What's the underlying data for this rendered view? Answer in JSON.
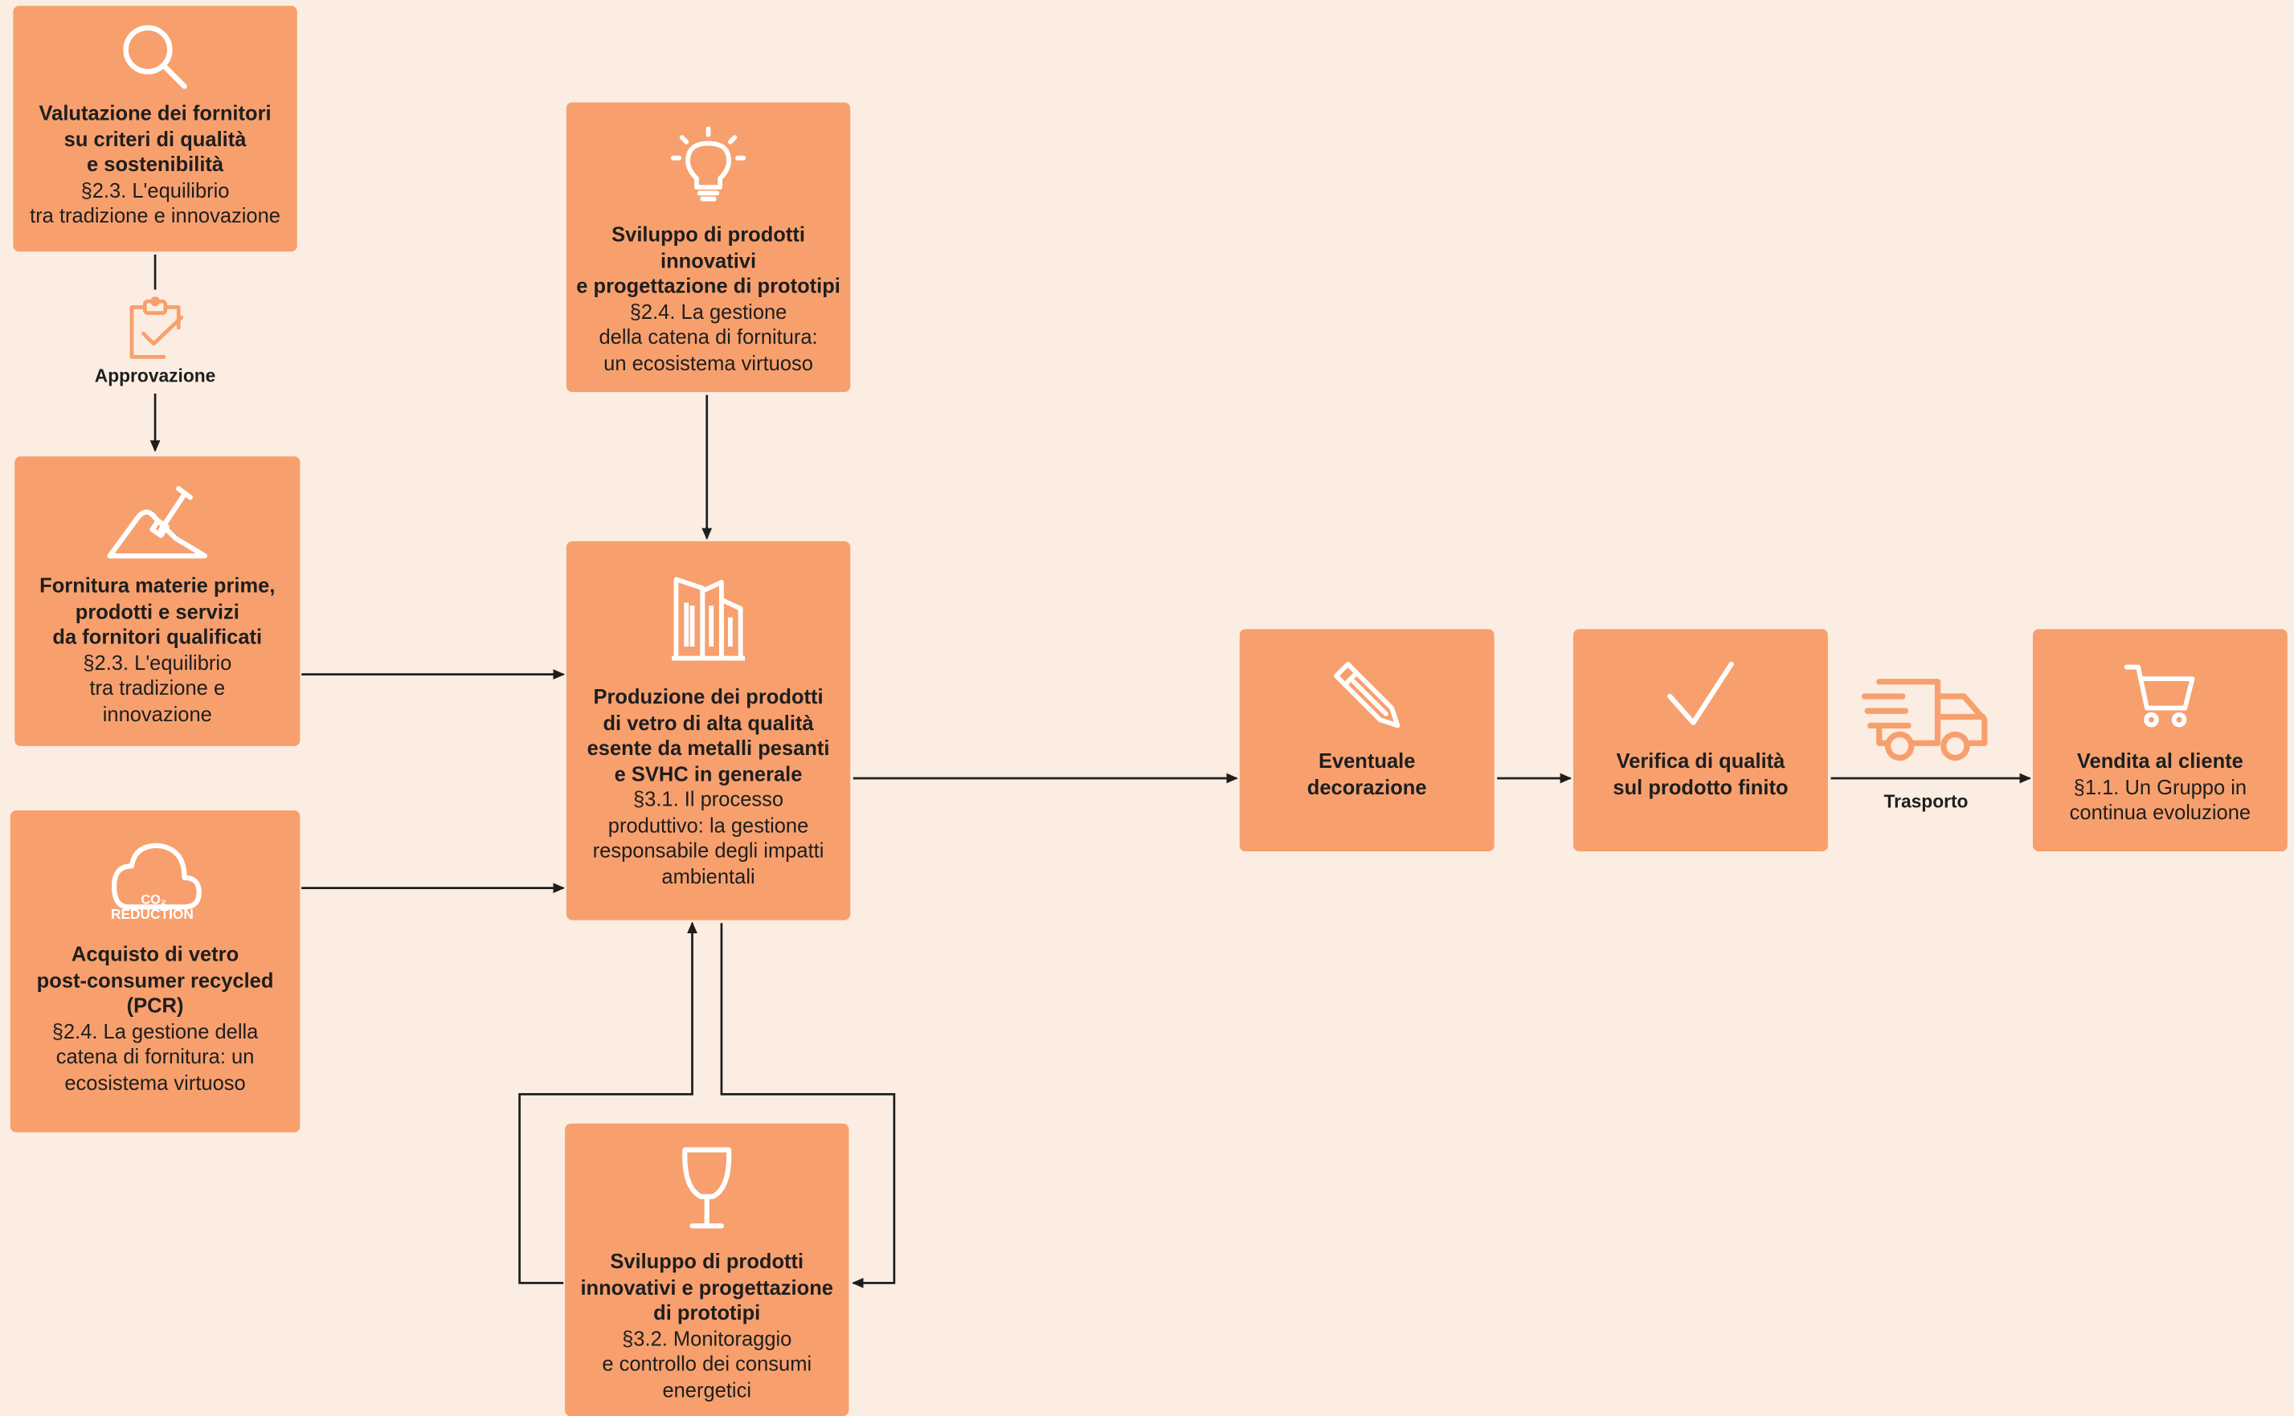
{
  "colors": {
    "background": "#fcede2",
    "box": "#f7a06e",
    "line": "#1e1e1e",
    "icon": "#ffffff",
    "truck": "#f7a06e"
  },
  "nodes": {
    "evaluation": {
      "icon": "search-icon",
      "title": "Valutazione dei fornitori\nsu criteri di qualità\ne sostenibilità",
      "ref": "§2.3. L'equilibrio\ntra tradizione e innovazione"
    },
    "raw_supply": {
      "icon": "mining-shovel-icon",
      "title": "Fornitura materie prime,\nprodotti e servizi\nda fornitori qualificati",
      "ref": "§2.3. L'equilibrio\ntra tradizione e\ninnovazione"
    },
    "pcr": {
      "icon": "co2-reduction-cloud-icon",
      "icon_text": [
        "CO₂",
        "REDUCTION"
      ],
      "title": "Acquisto di vetro\npost-consumer recycled\n(PCR)",
      "ref": "§2.4. La gestione della\ncatena di fornitura: un\necosistema virtuoso"
    },
    "innovation_top": {
      "icon": "lightbulb-icon",
      "title": "Sviluppo di prodotti\ninnovativi\ne progettazione di prototipi",
      "ref": "§2.4. La gestione\ndella catena di fornitura:\nun ecosistema virtuoso"
    },
    "production": {
      "icon": "factory-buildings-icon",
      "title": "Produzione dei prodotti\ndi vetro di alta qualità\nesente da metalli pesanti\ne SVHC in generale",
      "ref": "§3.1. Il processo\nproduttivo: la gestione\nresponsabile degli impatti\nambientali"
    },
    "innovation_bottom": {
      "icon": "wine-glass-icon",
      "title": "Sviluppo di prodotti\ninnovativi e progettazione\ndi prototipi",
      "ref": "§3.2. Monitoraggio\ne controllo dei consumi\nenergetici"
    },
    "decoration": {
      "icon": "pencil-icon",
      "title": "Eventuale\ndecorazione",
      "ref": ""
    },
    "quality": {
      "icon": "checkmark-icon",
      "title": "Verifica di qualità\nsul prodotto finito",
      "ref": ""
    },
    "sale": {
      "icon": "shopping-cart-icon",
      "title": "Vendita al cliente",
      "ref": "§1.1. Un Gruppo in\ncontinua evoluzione"
    }
  },
  "labels": {
    "approval": {
      "icon": "clipboard-check-icon",
      "text": "Approvazione"
    },
    "transport": {
      "icon": "delivery-truck-icon",
      "text": "Trasporto"
    }
  }
}
